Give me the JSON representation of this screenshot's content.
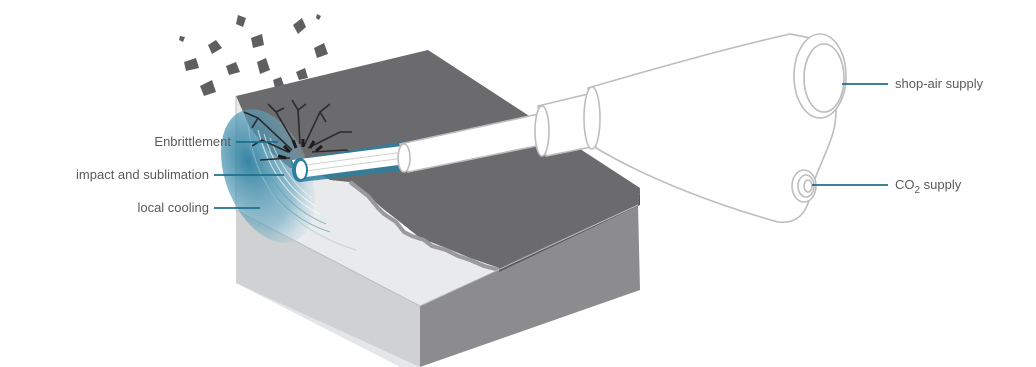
{
  "labels": {
    "embrittlement": "Enbrittlement",
    "impact": "impact and sublimation",
    "cooling": "local cooling",
    "shop_air": "shop-air supply",
    "co2_prefix": "CO",
    "co2_sub": "2",
    "co2_suffix": " supply"
  },
  "colors": {
    "leader": "#1f6f8b",
    "label_text": "#5a5a5a",
    "block_top": "#6b6b6d",
    "block_side": "#8c8c8e",
    "block_front": "#cfd0d2",
    "cleaned_surface": "#e9eaeb",
    "nozzle_outline": "#bdbdbd",
    "jet_blue": "#2d7f9f"
  },
  "icons": [
    "debris-fragments",
    "blast-nozzle",
    "workpiece-block"
  ]
}
